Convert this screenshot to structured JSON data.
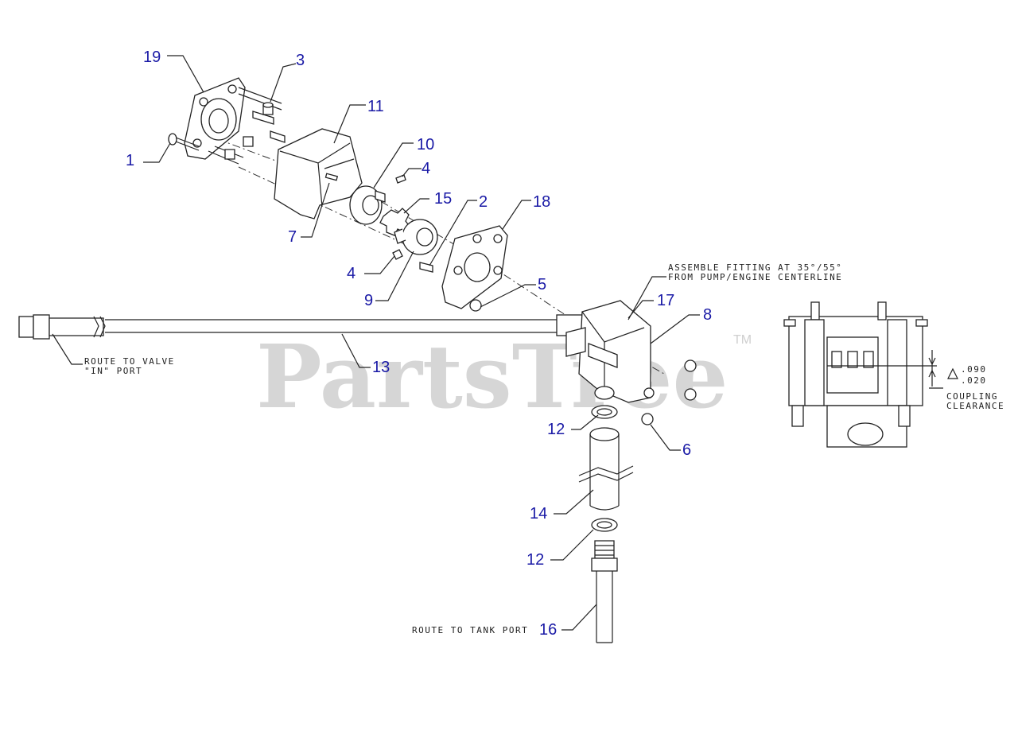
{
  "watermark": {
    "text": "PartsTree",
    "trademark": "TM"
  },
  "callouts": [
    {
      "id": "c19",
      "label": "19"
    },
    {
      "id": "c3",
      "label": "3"
    },
    {
      "id": "c11",
      "label": "11"
    },
    {
      "id": "c1",
      "label": "1"
    },
    {
      "id": "c10",
      "label": "10"
    },
    {
      "id": "c4a",
      "label": "4"
    },
    {
      "id": "c15",
      "label": "15"
    },
    {
      "id": "c2",
      "label": "2"
    },
    {
      "id": "c18",
      "label": "18"
    },
    {
      "id": "c7",
      "label": "7"
    },
    {
      "id": "c4b",
      "label": "4"
    },
    {
      "id": "c9",
      "label": "9"
    },
    {
      "id": "c5",
      "label": "5"
    },
    {
      "id": "c17",
      "label": "17"
    },
    {
      "id": "c8",
      "label": "8"
    },
    {
      "id": "c13",
      "label": "13"
    },
    {
      "id": "c12a",
      "label": "12"
    },
    {
      "id": "c6",
      "label": "6"
    },
    {
      "id": "c14",
      "label": "14"
    },
    {
      "id": "c12b",
      "label": "12"
    },
    {
      "id": "c16",
      "label": "16"
    }
  ],
  "notes": {
    "assemble_line1": "ASSEMBLE FITTING AT 35°/55°",
    "assemble_line2": "FROM PUMP/ENGINE CENTERLINE",
    "route_valve_line1": "ROUTE TO VALVE",
    "route_valve_line2": "\"IN\" PORT",
    "route_tank": "ROUTE TO TANK PORT",
    "clearance_max": ".090",
    "clearance_min": ".020",
    "coupling_line1": "COUPLING",
    "coupling_line2": "CLEARANCE"
  }
}
